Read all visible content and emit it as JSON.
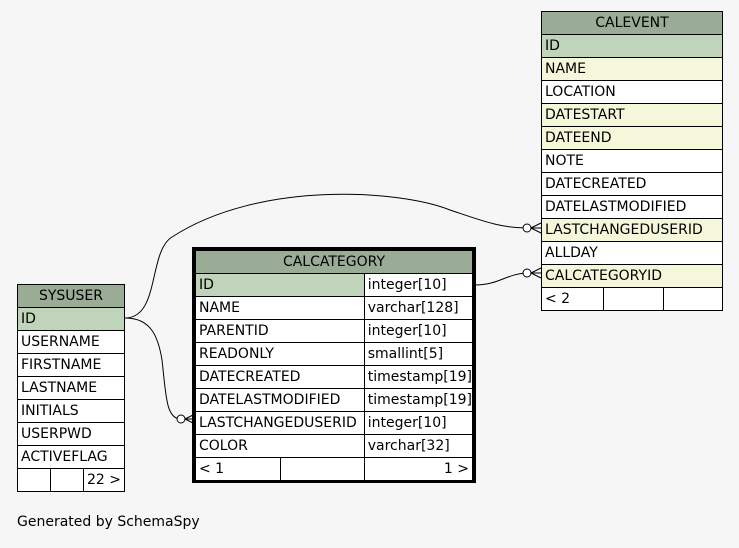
{
  "tables": {
    "sysuser": {
      "title": "SYSUSER",
      "columns": [
        "ID",
        "USERNAME",
        "FIRSTNAME",
        "LASTNAME",
        "INITIALS",
        "USERPWD",
        "ACTIVEFLAG"
      ],
      "footer_right": "22 >"
    },
    "calcategory": {
      "title": "CALCATEGORY",
      "columns": [
        {
          "name": "ID",
          "type": "integer[10]"
        },
        {
          "name": "NAME",
          "type": "varchar[128]"
        },
        {
          "name": "PARENTID",
          "type": "integer[10]"
        },
        {
          "name": "READONLY",
          "type": "smallint[5]"
        },
        {
          "name": "DATECREATED",
          "type": "timestamp[19]"
        },
        {
          "name": "DATELASTMODIFIED",
          "type": "timestamp[19]"
        },
        {
          "name": "LASTCHANGEDUSERID",
          "type": "integer[10]"
        },
        {
          "name": "COLOR",
          "type": "varchar[32]"
        }
      ],
      "footer_left": "< 1",
      "footer_right": "1 >"
    },
    "calevent": {
      "title": "CALEVENT",
      "columns": [
        "ID",
        "NAME",
        "LOCATION",
        "DATESTART",
        "DATEEND",
        "NOTE",
        "DATECREATED",
        "DATELASTMODIFIED",
        "LASTCHANGEDUSERID",
        "ALLDAY",
        "CALCATEGORYID"
      ],
      "footer_left": "< 2"
    }
  },
  "colors": {
    "background": "#f6f6f6",
    "header": "#9aab96",
    "primary_key": "#bfd4bb",
    "foreign_key": "#f4f7da"
  },
  "footer": "Generated by SchemaSpy"
}
